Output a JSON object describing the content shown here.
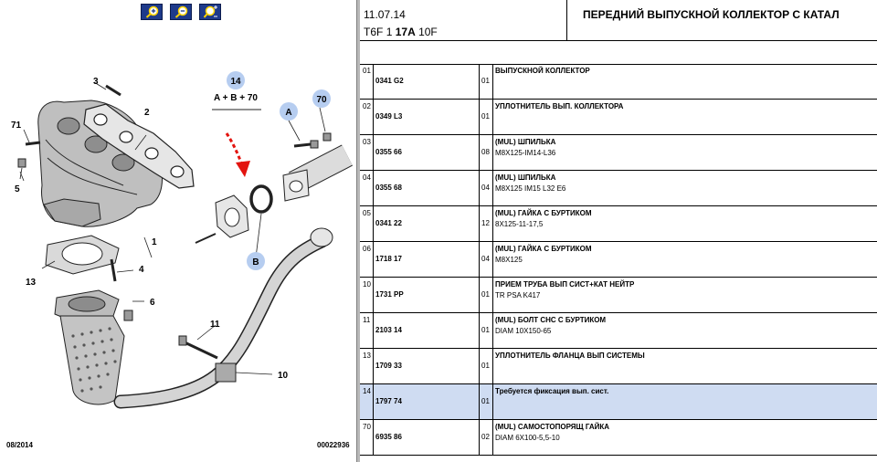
{
  "toolbar": {
    "zoom_in_icon": "zoom-in-icon",
    "zoom_out_icon": "zoom-out-icon",
    "zoom_fit_icon": "zoom-fit-icon"
  },
  "diagram": {
    "formula": "A + B + 70",
    "callouts": {
      "c14": "14",
      "cA": "A",
      "c70": "70",
      "cB": "B"
    },
    "labels": {
      "l3": "3",
      "l2": "2",
      "l71": "71",
      "l5": "5",
      "l1": "1",
      "l13": "13",
      "l4": "4",
      "l6": "6",
      "l11": "11",
      "l10": "10"
    },
    "date": "08/2014",
    "ref": "00022936",
    "colors": {
      "callout": "#b6cdf0",
      "arrow": "#e3140f"
    }
  },
  "header": {
    "date": "11.07.14",
    "code_a": "T6F",
    "code_b": "1",
    "code_c": "17A",
    "code_d": "10F",
    "title": "ПЕРЕДНИЙ ВЫПУСКНОЙ КОЛЛЕКТОР С КАТАЛ"
  },
  "rows": [
    {
      "pos": "01",
      "ref": "0341 G2",
      "qty": "01",
      "name": "ВЫПУСКНОЙ КОЛЛЕКТОР",
      "spec": ""
    },
    {
      "pos": "02",
      "ref": "0349 L3",
      "qty": "01",
      "name": "УПЛОТНИТЕЛЬ ВЫП. КОЛЛЕКТОРА",
      "spec": ""
    },
    {
      "pos": "03",
      "ref": "0355 66",
      "qty": "08",
      "name": "(MUL) ШПИЛЬКА",
      "spec": "M8X125-IM14-L36"
    },
    {
      "pos": "04",
      "ref": "0355 68",
      "qty": "04",
      "name": "(MUL) ШПИЛЬКА",
      "spec": "M8X125 IM15 L32 E6"
    },
    {
      "pos": "05",
      "ref": "0341 22",
      "qty": "12",
      "name": "(MUL) ГАЙКА С БУРТИКОМ",
      "spec": "8X125-11-17,5"
    },
    {
      "pos": "06",
      "ref": "1718 17",
      "qty": "04",
      "name": "(MUL) ГАЙКА С БУРТИКОМ",
      "spec": "M8X125"
    },
    {
      "pos": "10",
      "ref": "1731 PP",
      "qty": "01",
      "name": "ПРИЕМ ТРУБА ВЫП СИСТ+КАТ НЕЙТР",
      "spec": "TR PSA K417"
    },
    {
      "pos": "11",
      "ref": "2103 14",
      "qty": "01",
      "name": "(MUL) БОЛТ CHC С БУРТИКОМ",
      "spec": "DIAM 10X150-65"
    },
    {
      "pos": "13",
      "ref": "1709 33",
      "qty": "01",
      "name": "УПЛОТНИТЕЛЬ ФЛАНЦА ВЫП СИСТЕМЫ",
      "spec": ""
    },
    {
      "pos": "14",
      "ref": "1797 74",
      "qty": "01",
      "name": "Требуется фиксация вып. сист.",
      "spec": "",
      "selected": true
    },
    {
      "pos": "70",
      "ref": "6935 86",
      "qty": "02",
      "name": "(MUL) САМОСТОПОРЯЩ ГАЙКА",
      "spec": "DIAM 6X100-5,5-10"
    }
  ]
}
